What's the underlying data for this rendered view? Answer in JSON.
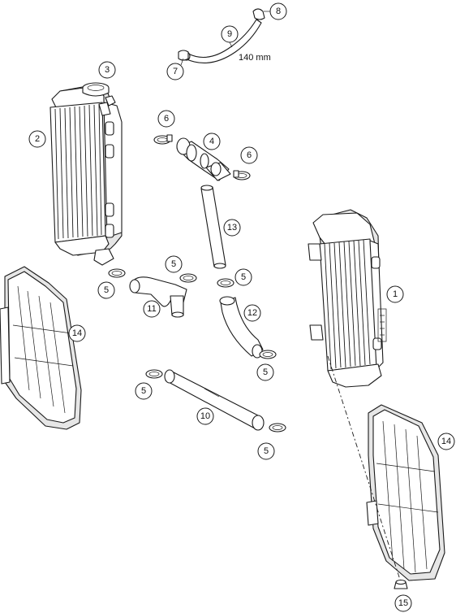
{
  "callouts": {
    "c1": "1",
    "c2": "2",
    "c3": "3",
    "c4": "4",
    "c5a": "5",
    "c5b": "5",
    "c5c": "5",
    "c5d": "5",
    "c5e": "5",
    "c5f": "5",
    "c6a": "6",
    "c6b": "6",
    "c7": "7",
    "c8": "8",
    "c9": "9",
    "c10": "10",
    "c11": "11",
    "c12": "12",
    "c13": "13",
    "c14a": "14",
    "c14b": "14",
    "c15": "15"
  },
  "hose_length_label": "140 mm"
}
